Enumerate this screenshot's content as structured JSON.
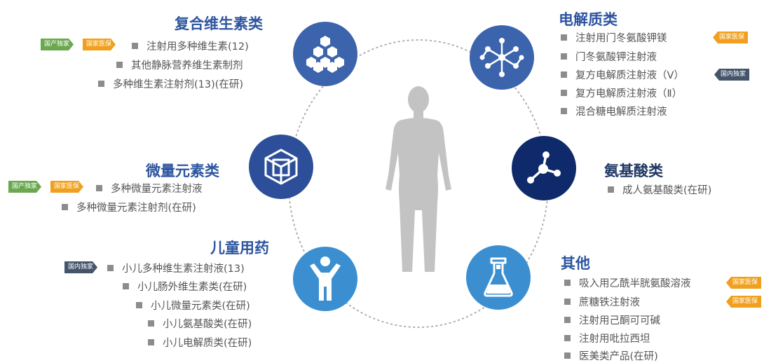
{
  "colors": {
    "ring": "#b0b0b0",
    "circle_blue": "#3c64ac",
    "circle_mid": "#2d4f9a",
    "circle_navy": "#0f2a6b",
    "circle_light": "#3b8fd0",
    "human": "#c3c3c3",
    "tag_green": "#6aa84f",
    "tag_orange": "#f0a01e",
    "tag_navy": "#44546a"
  },
  "groups": {
    "vitamins": {
      "title": "复合维生素类",
      "icon": "honeycomb-icon",
      "items": [
        "注射用多种维生素(12)",
        "其他静脉营养维生素制剂",
        "多种维生素注射剂(13)(在研)"
      ],
      "tags": [
        "国产独家",
        "国家医保"
      ]
    },
    "electrolytes": {
      "title": "电解质类",
      "icon": "molecule-network-icon",
      "items": [
        "注射用门冬氨酸钾镁",
        "门冬氨酸钾注射液",
        "复方电解质注射液（Ⅴ）",
        "复方电解质注射液（Ⅱ）",
        "混合糖电解质注射液"
      ],
      "tags": [
        "国家医保",
        "国内独家"
      ]
    },
    "trace": {
      "title": "微量元素类",
      "icon": "cube-icon",
      "items": [
        "多种微量元素注射液",
        "多种微量元素注射剂(在研)"
      ],
      "tags": [
        "国产独家",
        "国家医保"
      ]
    },
    "amino": {
      "title": "氨基酸类",
      "icon": "molecule-icon",
      "items": [
        "成人氨基酸类(在研)"
      ]
    },
    "children": {
      "title": "儿童用药",
      "icon": "child-icon",
      "items": [
        "小儿多种维生素注射液(13)",
        "小儿肠外维生素类(在研)",
        "小儿微量元素类(在研)",
        "小儿氨基酸类(在研)",
        "小儿电解质类(在研)"
      ],
      "tags": [
        "国内独家"
      ]
    },
    "other": {
      "title": "其他",
      "icon": "flask-icon",
      "items": [
        "吸入用乙酰半胱氨酸溶液",
        "蔗糖铁注射液",
        "注射用己酮可可碱",
        "注射用吡拉西坦",
        "医美类产品(在研)"
      ],
      "tags": [
        "国家医保",
        "国家医保"
      ]
    }
  },
  "center_icon": "human-figure-icon"
}
